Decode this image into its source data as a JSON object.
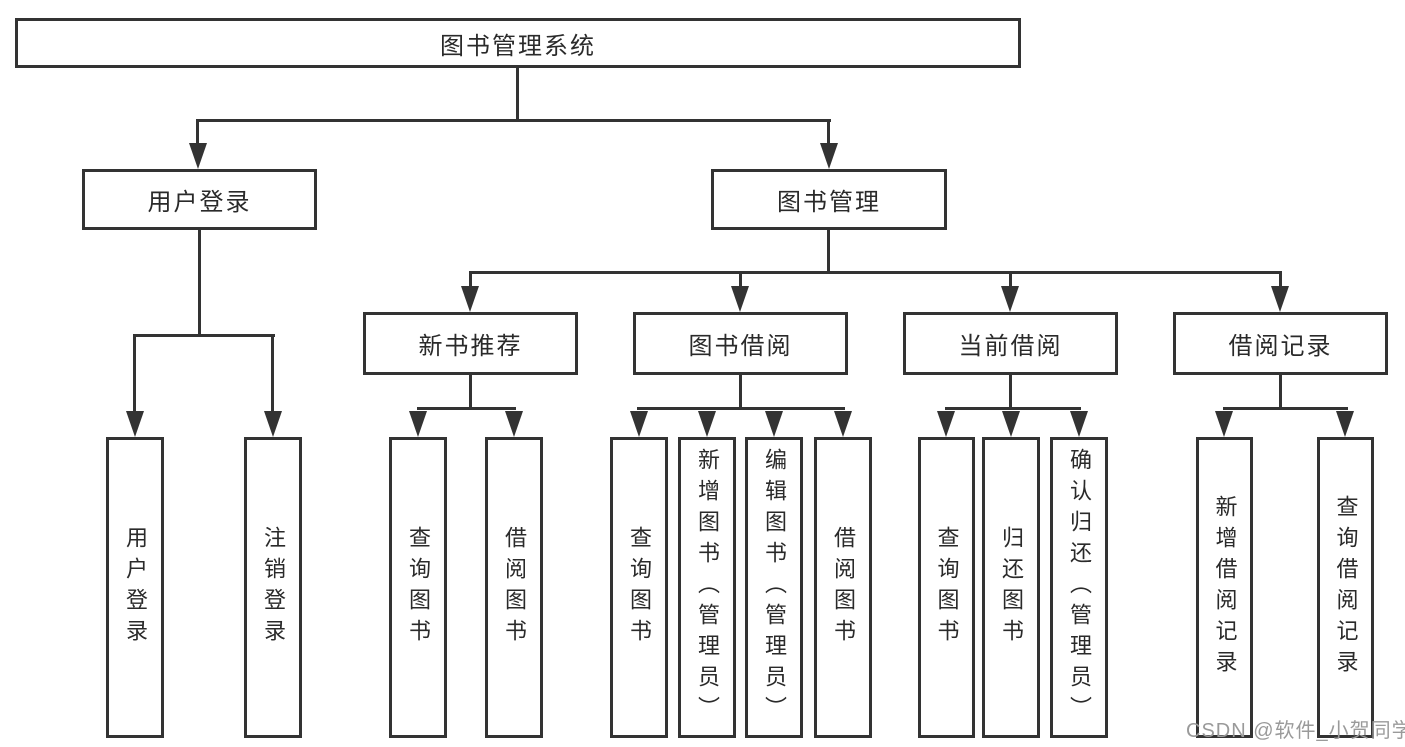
{
  "diagram": {
    "title": "图书管理系统",
    "nodes": {
      "user_login": {
        "label": "用户登录",
        "children": [
          "用户登录",
          "注销登录"
        ]
      },
      "book_management": {
        "label": "图书管理"
      },
      "new_books": {
        "label": "新书推荐",
        "children": [
          "查询图书",
          "借阅图书"
        ]
      },
      "book_borrowing": {
        "label": "图书借阅",
        "children": [
          "查询图书",
          "新增图书（管理员）",
          "编辑图书（管理员）",
          "借阅图书"
        ]
      },
      "current_borrowing": {
        "label": "当前借阅",
        "children": [
          "查询图书",
          "归还图书",
          "确认归还（管理员）"
        ]
      },
      "borrow_records": {
        "label": "借阅记录",
        "children": [
          "新增借阅记录",
          "查询借阅记录"
        ]
      }
    }
  },
  "watermark": "CSDN @软件_小贺同学",
  "colors": {
    "background": "#ffffff",
    "line": "#333333",
    "text": "#2a2a2a",
    "watermark": "#9a9a9a"
  }
}
